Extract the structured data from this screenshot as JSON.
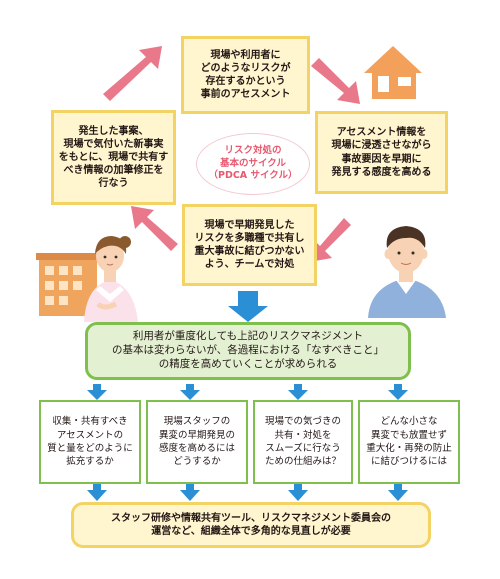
{
  "cycle": {
    "top": "現場や利用者に\nどのようなリスクが\n存在するかという\n事前のアセスメント",
    "right": "アセスメント情報を\n現場に浸透させながら\n事故要因を早期に\n発見する感度を高める",
    "bottom": "現場で早期発見した\nリスクを多職種で共有し\n重大事故に結びつかない\nよう、チームで対処",
    "left": "発生した事案、\n現場で気付いた新事実\nをもとに、現場で共有す\nべき情報の加筆修正を\n行なう",
    "center": "リスク対処の\n基本のサイクル\n（PDCA サイクル）"
  },
  "summary": "利用者が重度化しても上記のリスクマネジメント\nの基本は変わらないが、各過程における「なすべきこと」\nの精度を高めていくことが求められる",
  "questions": [
    "収集・共有すべき\nアセスメントの\n質と量をどのように\n拡充するか",
    "現場スタッフの\n異変の早期発見の\n感度を高めるには\nどうするか",
    "現場での気づきの\n共有・対処を\nスムーズに行なう\nための仕組みは？",
    "どんな小さな\n異変でも放置せず\n重大化・再発の防止\nに結びつけるには"
  ],
  "conclusion": "スタッフ研修や情報共有ツール、リスクマネジメント委員会の\n運営など、組織全体で多角的な見直しが必要",
  "colors": {
    "cycle_arrow": "#e8788a",
    "flow_arrow": "#2b8fd6",
    "green_border": "#7fbf4d",
    "yellow_border": "#f3d363"
  }
}
